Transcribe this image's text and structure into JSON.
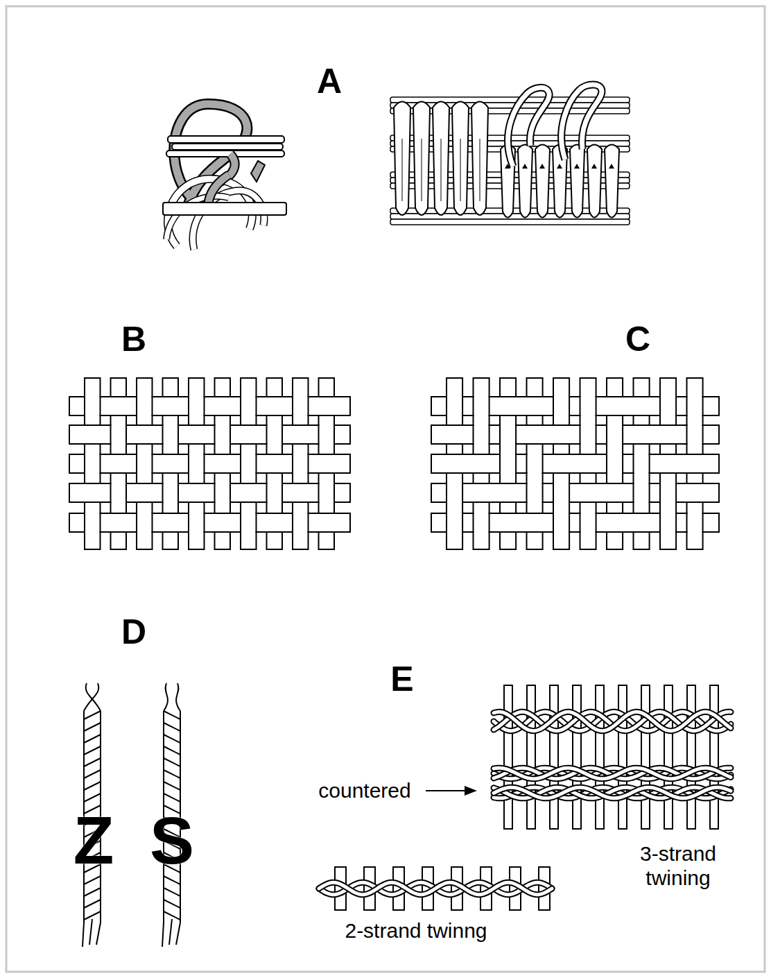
{
  "diagram": {
    "labels": [
      "A",
      "B",
      "C",
      "D",
      "E",
      "Z",
      "S",
      "countered",
      "3-strand twining",
      "2-strand twinng"
    ]
  }
}
